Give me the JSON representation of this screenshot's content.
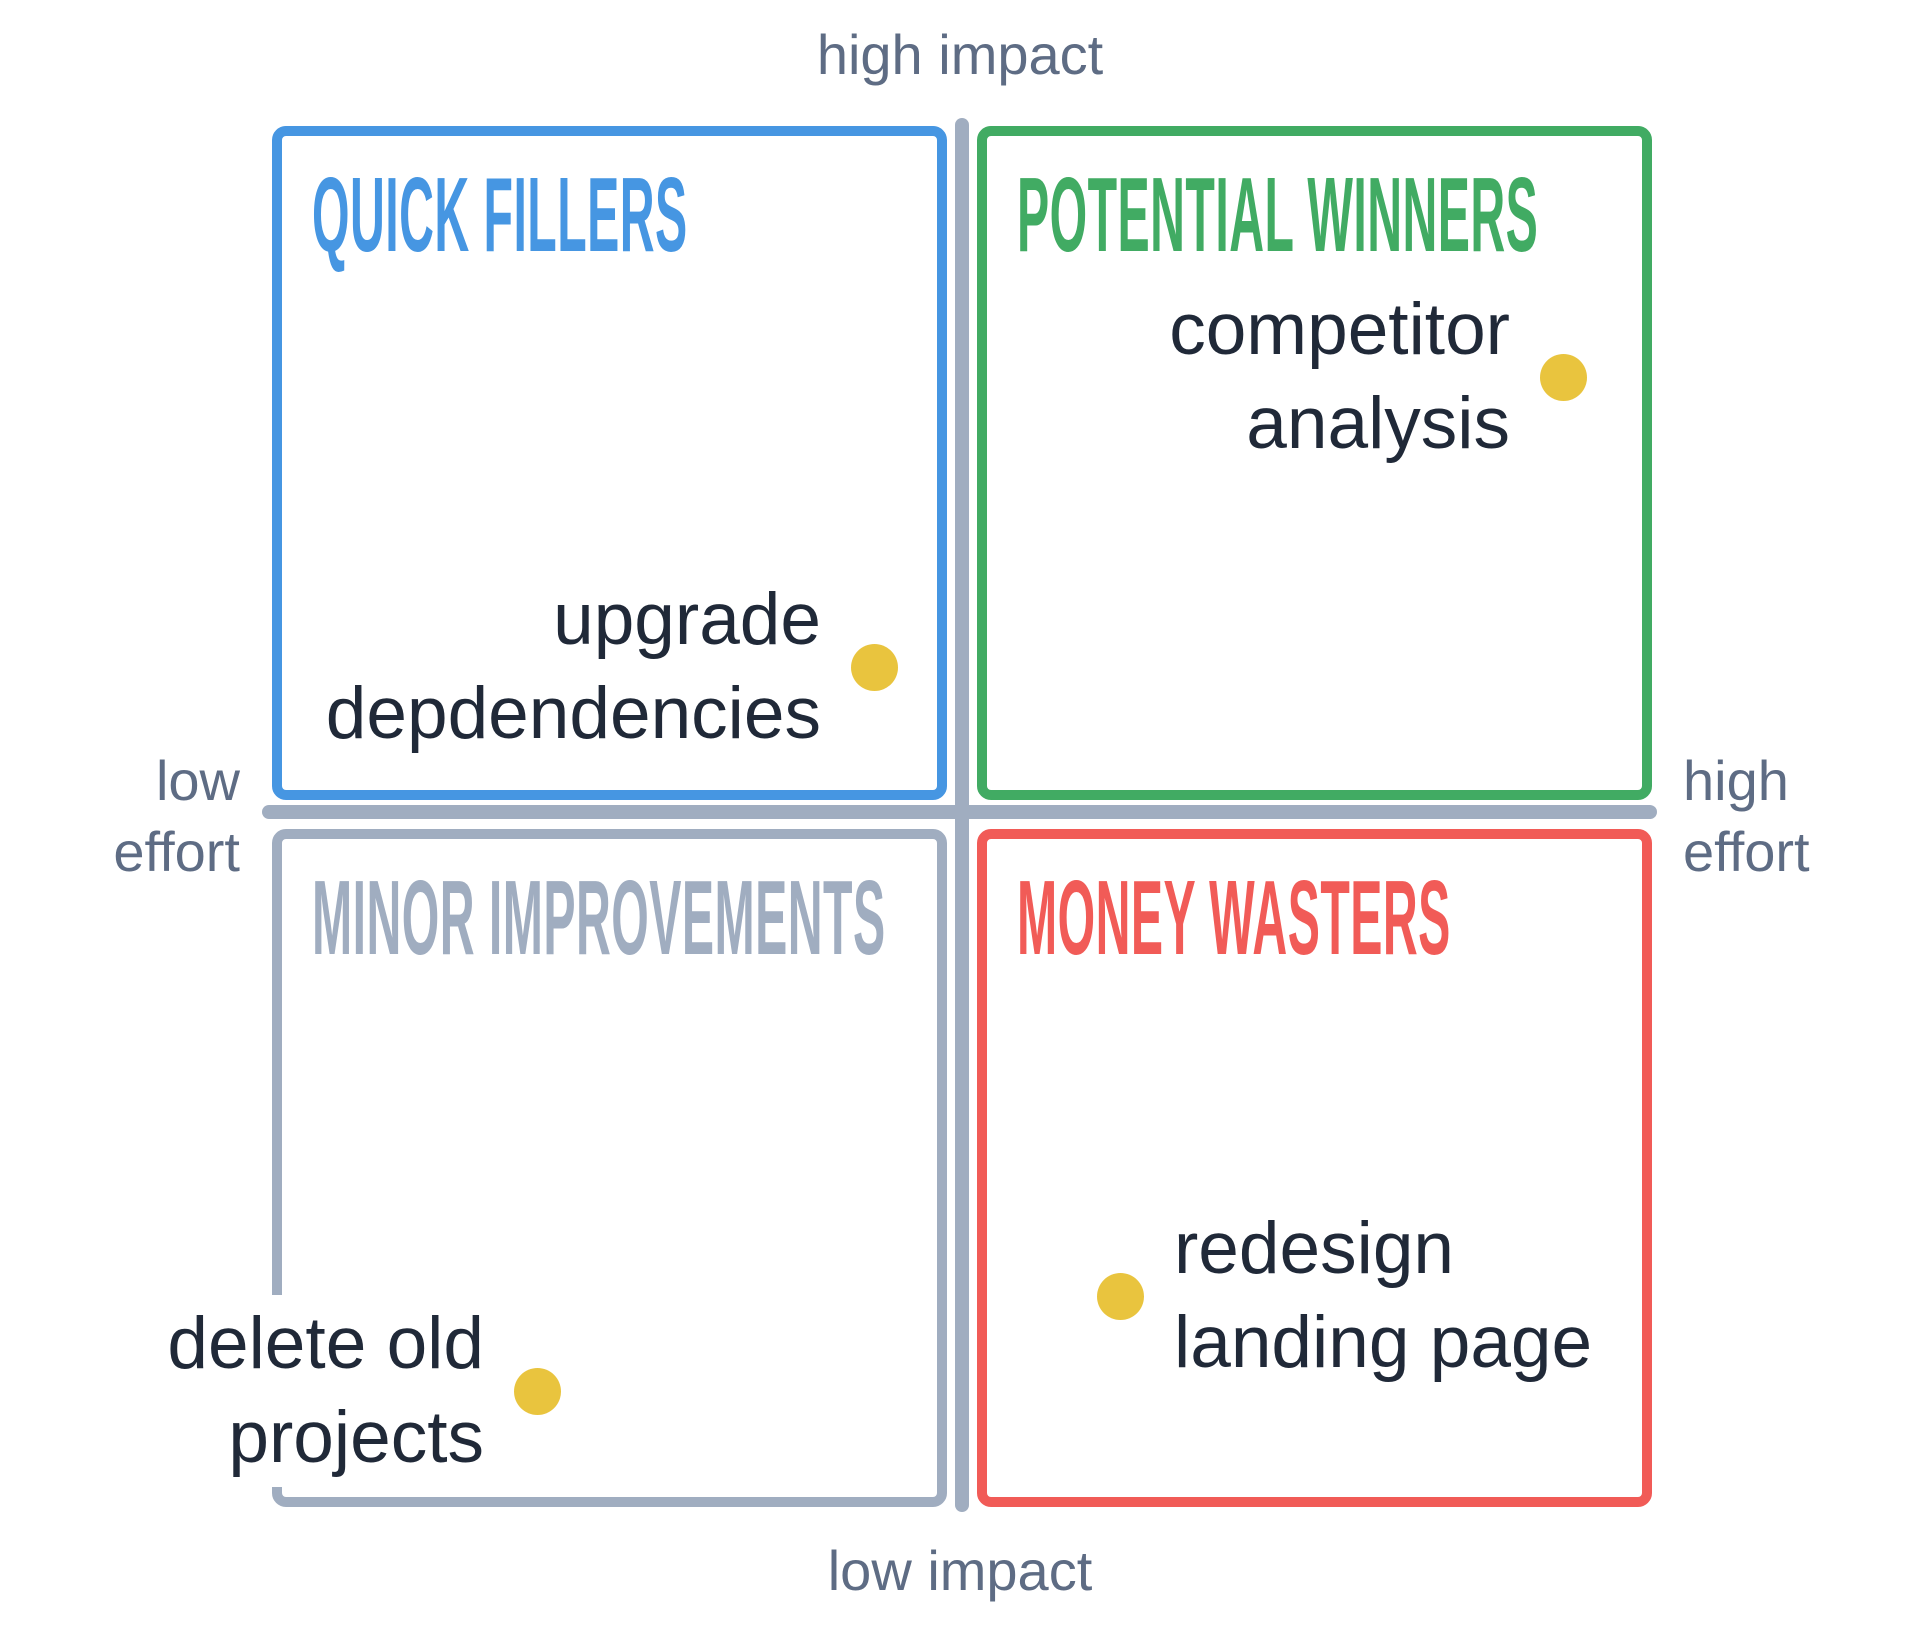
{
  "axes": {
    "top": "high impact",
    "bottom": "low impact",
    "left": {
      "line1": "low",
      "line2": "effort"
    },
    "right": {
      "line1": "high",
      "line2": "effort"
    }
  },
  "quadrants": [
    {
      "key": "quick-fillers",
      "title": "QUICK FILLERS",
      "position": "top-left",
      "color": "#4696e2",
      "items": [
        {
          "lines": [
            "upgrade",
            "depdendencies"
          ],
          "dot_side": "right"
        }
      ]
    },
    {
      "key": "potential-winners",
      "title": "POTENTIAL WINNERS",
      "position": "top-right",
      "color": "#41ab63",
      "items": [
        {
          "lines": [
            "competitor",
            "analysis"
          ],
          "dot_side": "right"
        }
      ]
    },
    {
      "key": "minor-improvements",
      "title": "MINOR IMPROVEMENTS",
      "position": "bottom-left",
      "color": "#a0adc0",
      "items": [
        {
          "lines": [
            "delete old",
            "projects"
          ],
          "dot_side": "right"
        }
      ]
    },
    {
      "key": "money-wasters",
      "title": "MONEY WASTERS",
      "position": "bottom-right",
      "color": "#f15b57",
      "items": [
        {
          "lines": [
            "redesign",
            "landing page"
          ],
          "dot_side": "left"
        }
      ]
    }
  ],
  "colors": {
    "blue": "#4696e2",
    "green": "#41ab63",
    "slate": "#a0adc0",
    "red": "#f15b57",
    "dot": "#e9c43e",
    "axis_text": "#5e6c84",
    "item_text": "#202938",
    "background": "#ffffff"
  },
  "chart_data": {
    "type": "scatter",
    "title": "effort / impact priority matrix",
    "xlabel": "effort (low → high)",
    "ylabel": "impact (low → high)",
    "quadrant_labels": {
      "top_left": "QUICK FILLERS",
      "top_right": "POTENTIAL WINNERS",
      "bottom_left": "MINOR IMPROVEMENTS",
      "bottom_right": "MONEY WASTERS"
    },
    "points": [
      {
        "label": "upgrade depdendencies",
        "effort": "low",
        "impact": "high",
        "quadrant": "QUICK FILLERS"
      },
      {
        "label": "competitor analysis",
        "effort": "high",
        "impact": "high",
        "quadrant": "POTENTIAL WINNERS"
      },
      {
        "label": "delete old projects",
        "effort": "low",
        "impact": "low",
        "quadrant": "MINOR IMPROVEMENTS"
      },
      {
        "label": "redesign landing page",
        "effort": "high",
        "impact": "low",
        "quadrant": "MONEY WASTERS"
      }
    ]
  }
}
